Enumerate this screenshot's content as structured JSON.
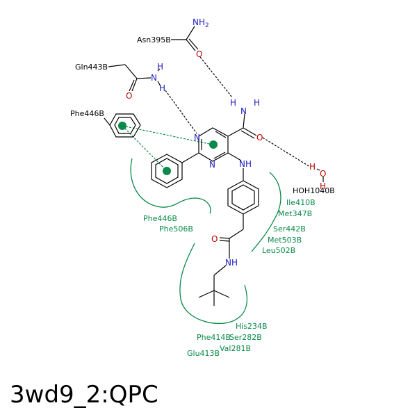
{
  "title": "3wd9_2:QPC",
  "atoms": {
    "nh2_top": "NH",
    "nh2_sub": "2",
    "o_asn": "O",
    "n_gln": "N",
    "h_gln_a": "H",
    "h_gln_b": "H",
    "o_gln": "O",
    "n_amide": "N",
    "h_amide_a": "H",
    "h_amide_b": "H",
    "o_amide": "O",
    "n_ring1": "N",
    "n_ring2": "N",
    "nh_link": "NH",
    "h_water_a": "H",
    "o_water": "O",
    "h_water_b": "H",
    "o_side": "O",
    "nh_side": "NH"
  },
  "residues": {
    "asn": "Asn395B",
    "gln": "Gln443B",
    "phe446_top": "Phe446B",
    "water": "HOH1040B",
    "ile": "Ile410B",
    "met347": "Met347B",
    "phe446_pocket": "Phe446B",
    "phe506": "Phe506B",
    "ser442": "Ser442B",
    "met503": "Met503B",
    "leu502": "Leu502B",
    "his234": "His234B",
    "phe414": "Phe414B",
    "ser282": "Ser282B",
    "val281": "Val281B",
    "glu413": "Glu413B"
  },
  "colors": {
    "bond": "#000000",
    "nitrogen": "#2020c0",
    "oxygen": "#c00000",
    "hydrophobic": "#0a8a4a"
  }
}
